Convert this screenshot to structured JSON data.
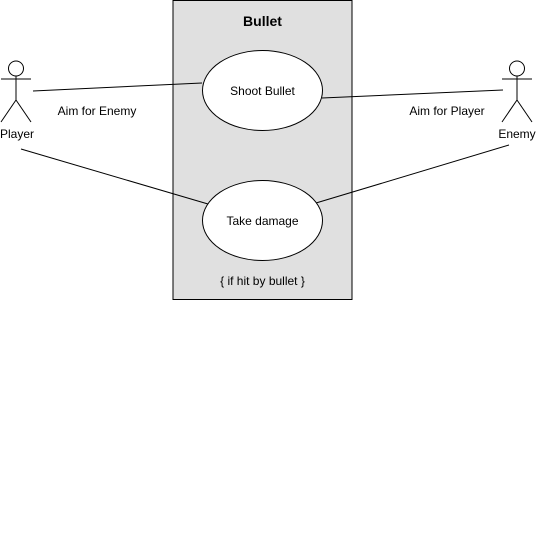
{
  "diagram": {
    "system": {
      "title": "Bullet",
      "note": "{ if hit by bullet }",
      "fill": "#e0e0e0"
    },
    "actors": {
      "player": {
        "label": "Player"
      },
      "enemy": {
        "label": "Enemy"
      }
    },
    "use_cases": {
      "shoot": {
        "label": "Shoot Bullet"
      },
      "damage": {
        "label": "Take damage"
      }
    },
    "associations": {
      "player_shoot": {
        "label": "Aim for Enemy"
      },
      "enemy_shoot": {
        "label": "Aim for Player"
      }
    }
  }
}
